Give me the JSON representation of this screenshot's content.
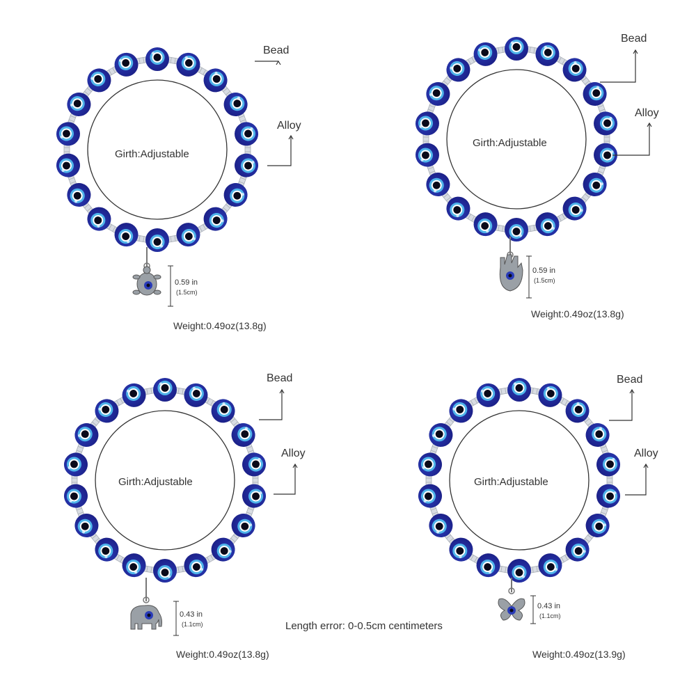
{
  "colors": {
    "bead_dark": "#1b1f86",
    "bead_mid": "#2a3cb8",
    "eye_ring": "#4fb4ea",
    "eye_white": "#ffffff",
    "pupil": "#0a0a1a",
    "spacer": "#d9dde3",
    "charm_silver": "#9aa0a6",
    "line": "#333333"
  },
  "labels": {
    "bead": "Bead",
    "alloy": "Alloy",
    "girth": "Girth:Adjustable",
    "note": "Length error: 0-0.5cm centimeters"
  },
  "bracelets": [
    {
      "charm_icon": "turtle-charm-icon",
      "measure_in": "0.59 in",
      "measure_cm": "(1.5cm)",
      "weight": "Weight:0.49oz(13.8g)"
    },
    {
      "charm_icon": "hamsa-hand-charm-icon",
      "measure_in": "0.59 in",
      "measure_cm": "(1.5cm)",
      "weight": "Weight:0.49oz(13.8g)"
    },
    {
      "charm_icon": "elephant-charm-icon",
      "measure_in": "0.43 in",
      "measure_cm": "(1.1cm)",
      "weight": "Weight:0.49oz(13.8g)"
    },
    {
      "charm_icon": "butterfly-charm-icon",
      "measure_in": "0.43 in",
      "measure_cm": "(1.1cm)",
      "weight": "Weight:0.49oz(13.9g)"
    }
  ]
}
